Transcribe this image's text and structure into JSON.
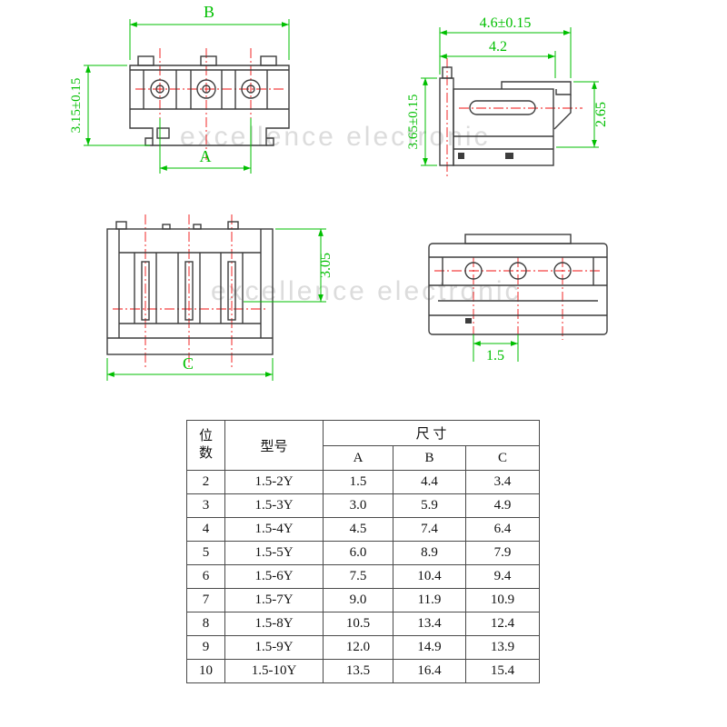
{
  "watermark": {
    "text": "excellence electronic"
  },
  "drawing": {
    "colors": {
      "dimension_green": "#00bf00",
      "centerline_red": "#f01010",
      "outline_gray": "#3d3d3d"
    },
    "front_view": {
      "dim_width_top": "B",
      "dim_height_left": "3.15±0.15",
      "dim_width_inner": "A"
    },
    "side_view": {
      "dim_width_outer": "4.6±0.15",
      "dim_width_inner": "4.2",
      "dim_height_left": "3.65±0.15",
      "dim_height_right": "2.65"
    },
    "bottom_view": {
      "dim_depth_right": "3.05",
      "dim_width_bottom": "C"
    },
    "rear_view": {
      "dim_pitch": "1.5"
    }
  },
  "table": {
    "header": {
      "positions": "位数",
      "model": "型号",
      "size": "尺 寸",
      "col_a": "A",
      "col_b": "B",
      "col_c": "C"
    },
    "rows": [
      {
        "positions": "2",
        "model": "1.5-2Y",
        "a": "1.5",
        "b": "4.4",
        "c": "3.4"
      },
      {
        "positions": "3",
        "model": "1.5-3Y",
        "a": "3.0",
        "b": "5.9",
        "c": "4.9"
      },
      {
        "positions": "4",
        "model": "1.5-4Y",
        "a": "4.5",
        "b": "7.4",
        "c": "6.4"
      },
      {
        "positions": "5",
        "model": "1.5-5Y",
        "a": "6.0",
        "b": "8.9",
        "c": "7.9"
      },
      {
        "positions": "6",
        "model": "1.5-6Y",
        "a": "7.5",
        "b": "10.4",
        "c": "9.4"
      },
      {
        "positions": "7",
        "model": "1.5-7Y",
        "a": "9.0",
        "b": "11.9",
        "c": "10.9"
      },
      {
        "positions": "8",
        "model": "1.5-8Y",
        "a": "10.5",
        "b": "13.4",
        "c": "12.4"
      },
      {
        "positions": "9",
        "model": "1.5-9Y",
        "a": "12.0",
        "b": "14.9",
        "c": "13.9"
      },
      {
        "positions": "10",
        "model": "1.5-10Y",
        "a": "13.5",
        "b": "16.4",
        "c": "15.4"
      }
    ]
  }
}
